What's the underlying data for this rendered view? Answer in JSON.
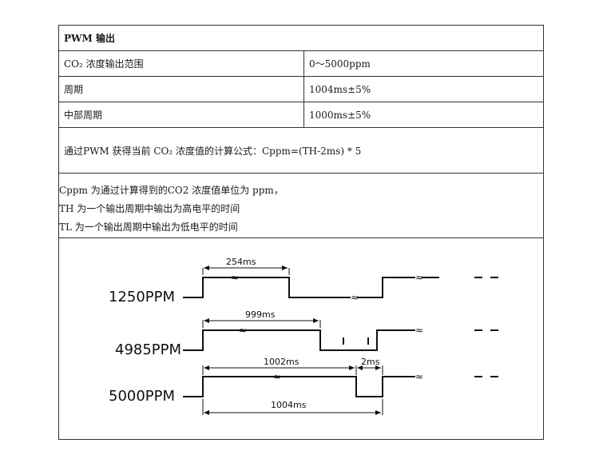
{
  "table": {
    "title": "PWM 输出",
    "rows": [
      {
        "label": "CO₂ 浓度输出范围",
        "value": "0～5000ppm"
      },
      {
        "label": "周期",
        "value": "1004ms±5%"
      },
      {
        "label": "中部周期",
        "value": "1000ms±5%"
      }
    ],
    "formula": "通过PWM 获得当前 CO₂ 浓度值的计算公式：Cppm=(TH-2ms) * 5"
  },
  "notes": [
    "Cppm 为通过计算得到的CO2 浓度值单位为 ppm，",
    "TH 为一个输出周期中输出为高电平的时间",
    "TL 为一个输出周期中输出为低电平的时间"
  ],
  "timing_diagram": {
    "signals": [
      {
        "label": "1250PPM",
        "high_label": "254ms"
      },
      {
        "label": "4985PPM",
        "high_label": "999ms"
      },
      {
        "label": "5000PPM",
        "high_label": "1002ms",
        "low_label": "2ms",
        "period_label": "1004ms"
      }
    ]
  }
}
